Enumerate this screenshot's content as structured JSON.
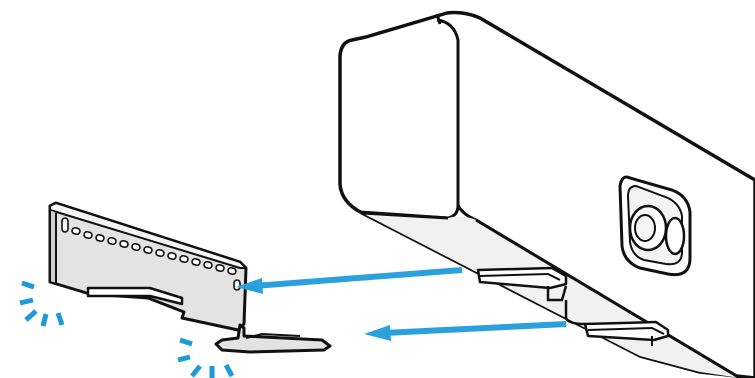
{
  "scene": {
    "caption": ""
  },
  "colors": {
    "line": "#111111",
    "device_body": "#ffffff",
    "device_shadow": "#e9e9e9",
    "bracket_fill": "#e3e3e3",
    "bracket_shade": "#cfcfcf",
    "arrow": "#2aa0dd",
    "click_marks": "#1f9ad8",
    "background": "#ffffff"
  },
  "elements": {
    "device": "video-bar",
    "bracket": "wall-mount-bracket",
    "arrows": [
      "slide-onto-device-arrow",
      "slide-back-arrow"
    ],
    "indicators": [
      "click-indicator-left",
      "click-indicator-bottom"
    ]
  }
}
